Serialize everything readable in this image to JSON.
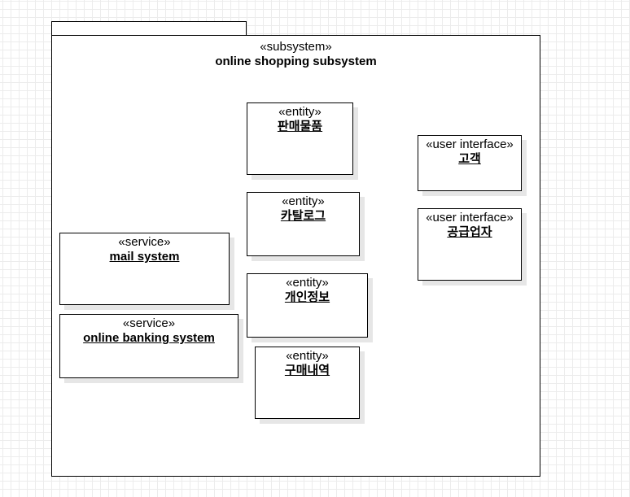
{
  "package": {
    "stereotype": "«subsystem»",
    "name": "online shopping subsystem"
  },
  "classes": [
    {
      "stereotype": "«entity»",
      "name": "판매물품"
    },
    {
      "stereotype": "«entity»",
      "name": "카탈로그"
    },
    {
      "stereotype": "«entity»",
      "name": "개인정보"
    },
    {
      "stereotype": "«entity»",
      "name": "구매내역"
    },
    {
      "stereotype": "«user interface»",
      "name": "고객"
    },
    {
      "stereotype": "«user interface»",
      "name": "공급업자"
    },
    {
      "stereotype": "«service»",
      "name": "mail system"
    },
    {
      "stereotype": "«service»",
      "name": "online banking system"
    }
  ]
}
